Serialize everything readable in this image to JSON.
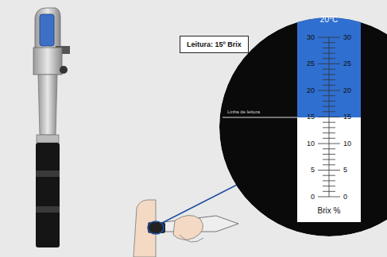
{
  "diagram": {
    "nodes": [
      {
        "text": [
          "Leitura: 15º Brix"
        ]
      }
    ],
    "labels": [
      "20°C",
      "30",
      "25",
      "20",
      "15",
      "10",
      "5",
      "0",
      "30",
      "25",
      "20",
      "15",
      "10",
      "5",
      "0",
      "Linha de leitura",
      "Brix %"
    ]
  }
}
